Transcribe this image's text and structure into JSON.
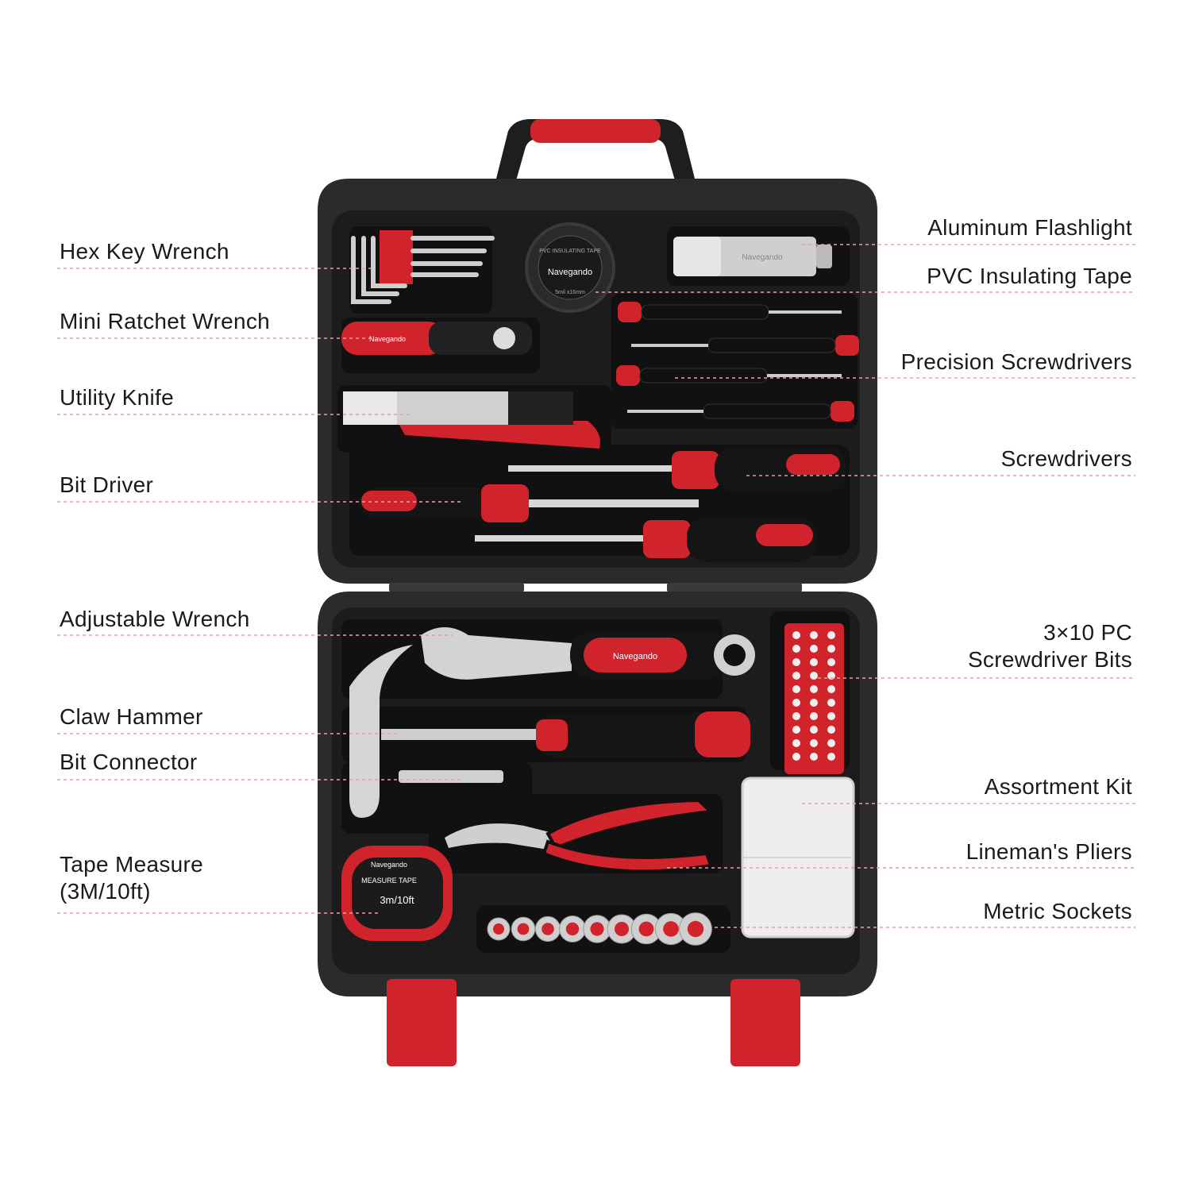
{
  "colors": {
    "case": "#2a2a2a",
    "case_rim": "#1c1c1c",
    "accent": "#d0232b",
    "foam": "#1f1f1f",
    "leader": "#e8a0a0",
    "metal": "#c8c8c8"
  },
  "brand": {
    "tape_brand": "Navegando",
    "tape_title": "PVC INSULATING TAPE",
    "tape_size": "5mil x16mm",
    "ratchet_brand": "Navegando",
    "wrench_brand": "Navegando",
    "measure_brand": "Navegando",
    "measure_title": "MEASURE TAPE",
    "measure_length": "3m/10ft",
    "flashlight_brand": "Navegando"
  },
  "labels": {
    "left": [
      {
        "id": "hex-key-wrench",
        "lines": [
          "Hex Key Wrench"
        ]
      },
      {
        "id": "mini-ratchet-wrench",
        "lines": [
          "Mini Ratchet Wrench"
        ]
      },
      {
        "id": "utility-knife",
        "lines": [
          "Utility Knife"
        ]
      },
      {
        "id": "bit-driver",
        "lines": [
          "Bit Driver"
        ]
      },
      {
        "id": "adjustable-wrench",
        "lines": [
          "Adjustable Wrench"
        ]
      },
      {
        "id": "claw-hammer",
        "lines": [
          "Claw Hammer"
        ]
      },
      {
        "id": "bit-connector",
        "lines": [
          "Bit Connector"
        ]
      },
      {
        "id": "tape-measure",
        "lines": [
          "Tape Measure",
          "(3M/10ft)"
        ]
      }
    ],
    "right": [
      {
        "id": "aluminum-flashlight",
        "lines": [
          "Aluminum Flashlight"
        ]
      },
      {
        "id": "pvc-insulating-tape",
        "lines": [
          "PVC Insulating Tape"
        ]
      },
      {
        "id": "precision-screwdrivers",
        "lines": [
          "Precision Screwdrivers"
        ]
      },
      {
        "id": "screwdrivers",
        "lines": [
          "Screwdrivers"
        ]
      },
      {
        "id": "screwdriver-bits",
        "lines": [
          "3×10 PC",
          "Screwdriver Bits"
        ]
      },
      {
        "id": "assortment-kit",
        "lines": [
          "Assortment Kit"
        ]
      },
      {
        "id": "linemans-pliers",
        "lines": [
          "Lineman's Pliers"
        ]
      },
      {
        "id": "metric-sockets",
        "lines": [
          "Metric Sockets"
        ]
      }
    ]
  }
}
